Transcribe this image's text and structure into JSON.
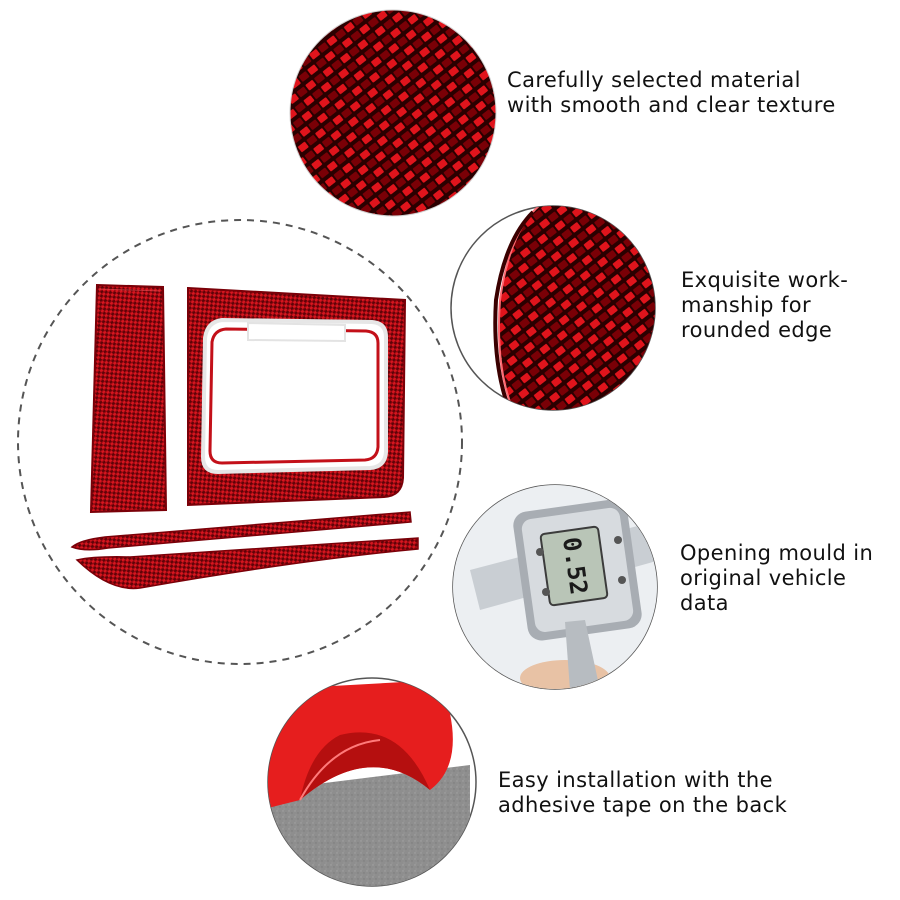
{
  "features": [
    {
      "icon": "carbon-fiber-texture-closeup",
      "lines": [
        "Carefully selected material",
        "with smooth and clear texture"
      ]
    },
    {
      "icon": "rounded-edge-closeup",
      "lines": [
        "Exquisite work-",
        "manship for",
        "rounded edge"
      ]
    },
    {
      "icon": "digital-caliper",
      "lines": [
        "Opening mould in",
        "original vehicle",
        "data"
      ]
    },
    {
      "icon": "adhesive-tape-peel",
      "lines": [
        "Easy installation with the",
        "adhesive tape on the back"
      ]
    }
  ],
  "caliper_reading": "0.52",
  "colors": {
    "carbon_red": "#c8101a",
    "carbon_dark": "#3a0000",
    "tape_red": "#e61e1e",
    "backing_gray": "#8e8e8e"
  }
}
